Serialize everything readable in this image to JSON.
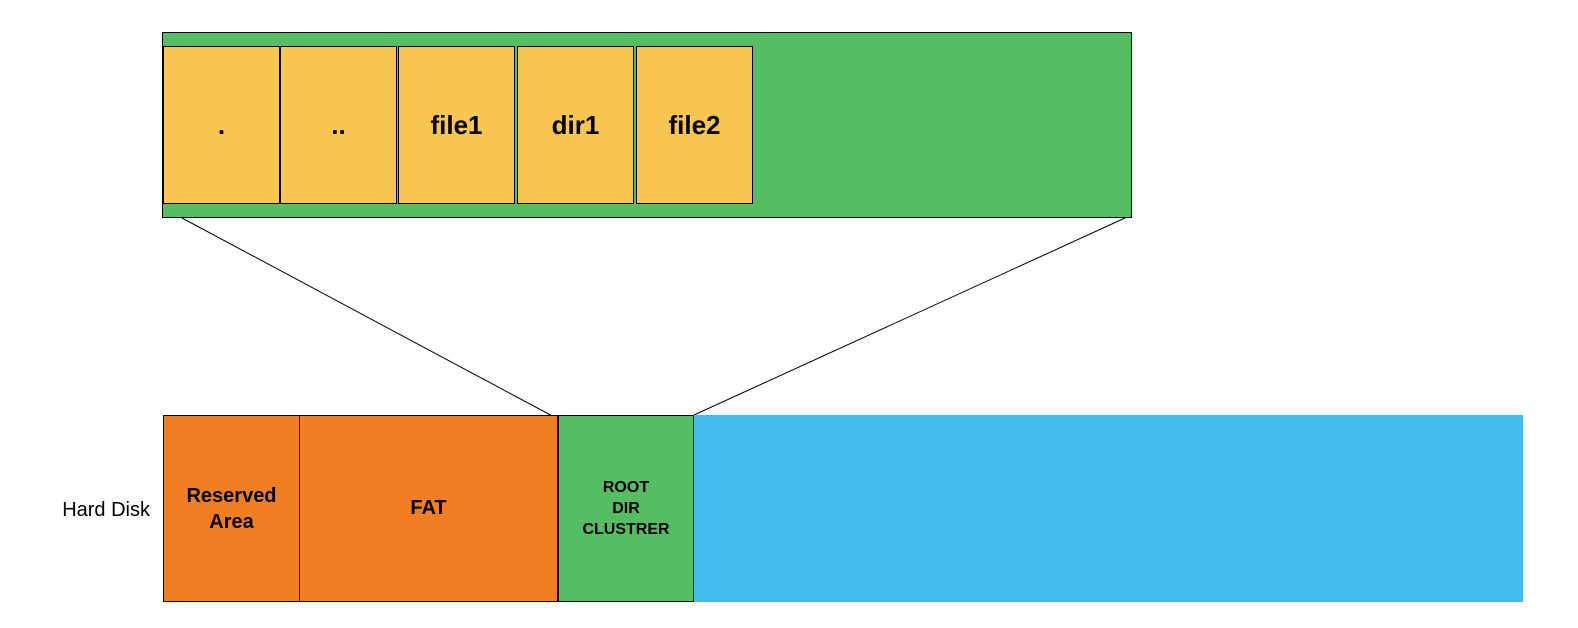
{
  "colors": {
    "cluster_green": "#55bd62",
    "entry_yellow": "#f8c650",
    "fat_orange": "#f27e22",
    "data_blue": "#43bdf0",
    "line": "#000000"
  },
  "root_dir_cluster": {
    "entries": [
      ".",
      "..",
      "file1",
      "dir1",
      "file2"
    ]
  },
  "hard_disk": {
    "label": "Hard Disk",
    "reserved_area": {
      "line1": "Reserved",
      "line2": "Area"
    },
    "fat": "FAT",
    "root_dir_cluster": {
      "line1": "ROOT",
      "line2": "DIR",
      "line3": "CLUSTRER"
    }
  }
}
